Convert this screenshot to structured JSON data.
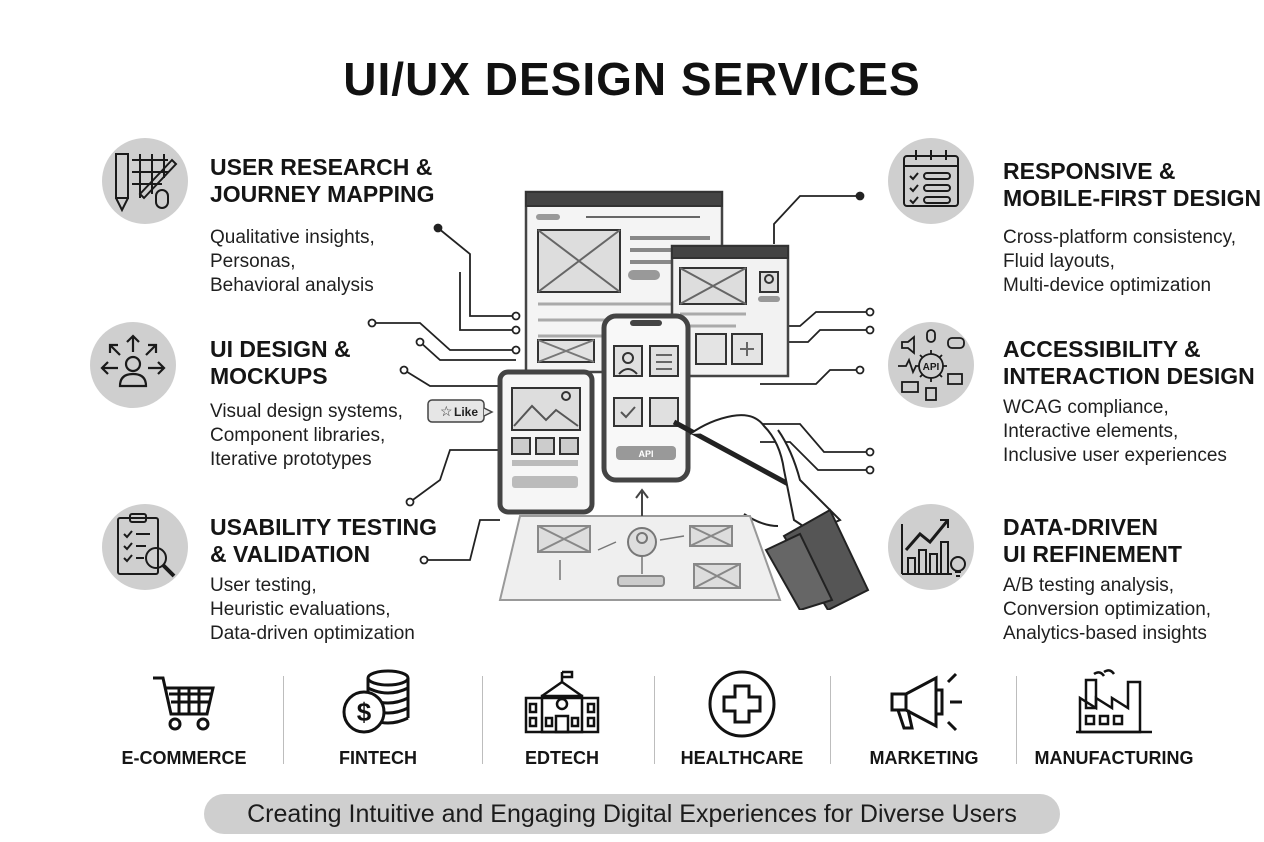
{
  "title": "UI/UX DESIGN SERVICES",
  "services": [
    {
      "icon": "research-pencil-grid-icon",
      "title_lines": [
        "USER RESEARCH &",
        "JOURNEY MAPPING"
      ],
      "desc_lines": [
        "Qualitative insights,",
        "Personas,",
        "Behavioral analysis"
      ]
    },
    {
      "icon": "user-arrows-icon",
      "title_lines": [
        "UI DESIGN &",
        "MOCKUPS"
      ],
      "desc_lines": [
        "Visual design systems,",
        "Component libraries,",
        "Iterative prototypes"
      ]
    },
    {
      "icon": "clipboard-magnifier-icon",
      "title_lines": [
        "USABILITY TESTING",
        "& VALIDATION"
      ],
      "desc_lines": [
        "User testing,",
        "Heuristic evaluations,",
        "Data-driven optimization"
      ]
    },
    {
      "icon": "calendar-checklist-icon",
      "title_lines": [
        "RESPONSIVE &",
        "MOBILE-FIRST DESIGN"
      ],
      "desc_lines": [
        "Cross-platform consistency,",
        "Fluid layouts,",
        "Multi-device optimization"
      ]
    },
    {
      "icon": "api-gear-icon",
      "title_lines": [
        "ACCESSIBILITY &",
        "INTERACTION DESIGN"
      ],
      "desc_lines": [
        "WCAG compliance,",
        "Interactive elements,",
        "Inclusive user experiences"
      ]
    },
    {
      "icon": "growth-chart-bulb-icon",
      "title_lines": [
        "DATA-DRIVEN",
        "UI REFINEMENT"
      ],
      "desc_lines": [
        "A/B testing analysis,",
        "Conversion optimization,",
        "Analytics-based insights"
      ]
    }
  ],
  "illustration": {
    "like_label": "Like",
    "api_label": "API"
  },
  "industries": [
    {
      "icon": "shopping-cart-icon",
      "label": "E-COMMERCE"
    },
    {
      "icon": "coins-dollar-icon",
      "label": "FINTECH"
    },
    {
      "icon": "school-building-icon",
      "label": "EDTECH"
    },
    {
      "icon": "medical-cross-icon",
      "label": "HEALTHCARE"
    },
    {
      "icon": "megaphone-icon",
      "label": "MARKETING"
    },
    {
      "icon": "factory-icon",
      "label": "MANUFACTURING"
    }
  ],
  "tagline": "Creating Intuitive and Engaging Digital Experiences for Diverse Users"
}
